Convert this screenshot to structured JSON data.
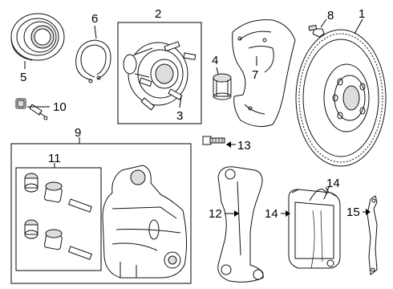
{
  "diagram": {
    "callouts": {
      "c1": "1",
      "c2": "2",
      "c3": "3",
      "c4": "4",
      "c5": "5",
      "c6": "6",
      "c7": "7",
      "c8": "8",
      "c9": "9",
      "c10": "10",
      "c11": "11",
      "c12": "12",
      "c13": "13",
      "c14a": "14",
      "c14b": "14",
      "c15": "15"
    }
  }
}
